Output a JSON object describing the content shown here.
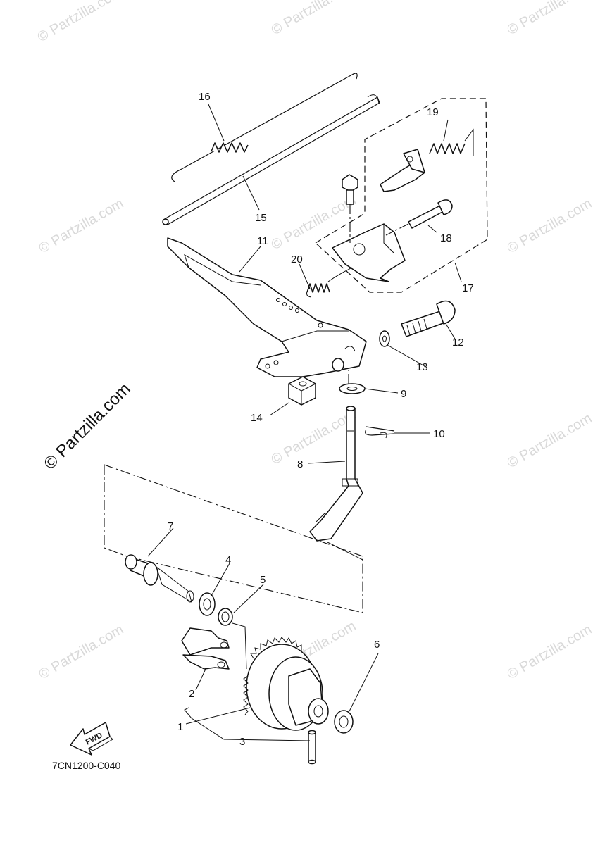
{
  "watermark": {
    "text": "© Partzilla.com",
    "feature_text": "© Partzilla.com"
  },
  "diagram_code": "7CN1200-C040",
  "direction_badge": "FWD",
  "callouts": [
    {
      "id": "c1",
      "label": "1"
    },
    {
      "id": "c2",
      "label": "2"
    },
    {
      "id": "c3",
      "label": "3"
    },
    {
      "id": "c4",
      "label": "4"
    },
    {
      "id": "c5",
      "label": "5"
    },
    {
      "id": "c6",
      "label": "6"
    },
    {
      "id": "c7",
      "label": "7"
    },
    {
      "id": "c8",
      "label": "8"
    },
    {
      "id": "c9",
      "label": "9"
    },
    {
      "id": "c10",
      "label": "10"
    },
    {
      "id": "c11",
      "label": "11"
    },
    {
      "id": "c12",
      "label": "12"
    },
    {
      "id": "c13",
      "label": "13"
    },
    {
      "id": "c14",
      "label": "14"
    },
    {
      "id": "c15",
      "label": "15"
    },
    {
      "id": "c16",
      "label": "16"
    },
    {
      "id": "c17",
      "label": "17"
    },
    {
      "id": "c18",
      "label": "18"
    },
    {
      "id": "c19",
      "label": "19"
    },
    {
      "id": "c20",
      "label": "20"
    }
  ]
}
